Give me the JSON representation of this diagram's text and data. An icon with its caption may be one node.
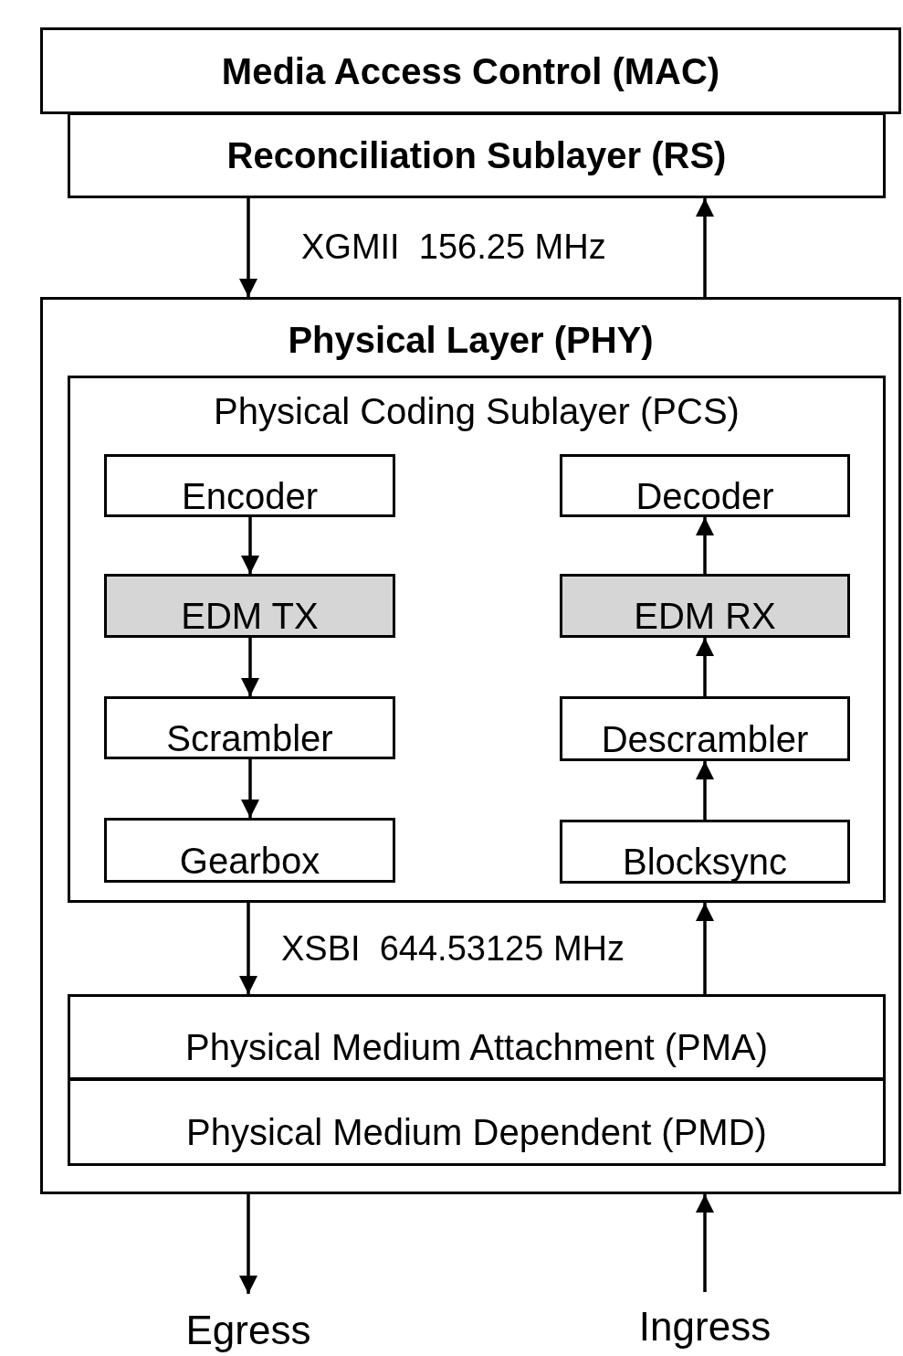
{
  "diagram": {
    "nodes": [
      {
        "text": [
          "Media Access Control (MAC)"
        ]
      },
      {
        "text": [
          "Reconciliation Sublayer (RS)"
        ]
      },
      {
        "text": [
          "Physical Layer (PHY)"
        ]
      },
      {
        "text": [
          "Physical Coding Sublayer (PCS)"
        ],
        "in": 2
      },
      {
        "text": [
          "Encoder"
        ],
        "in": 3
      },
      {
        "text": [
          "EDM TX"
        ],
        "in": 3
      },
      {
        "text": [
          "Scrambler"
        ],
        "in": 3
      },
      {
        "text": [
          "Gearbox"
        ],
        "in": 3
      },
      {
        "text": [
          "Decoder"
        ],
        "in": 3
      },
      {
        "text": [
          "EDM RX"
        ],
        "in": 3
      },
      {
        "text": [
          "Descrambler"
        ],
        "in": 3
      },
      {
        "text": [
          "Blocksync"
        ],
        "in": 3
      },
      {
        "text": [
          "Physical Medium Attachment (PMA)"
        ],
        "in": 2
      },
      {
        "text": [
          "Physical Medium Dependent (PMD)"
        ],
        "in": 2
      },
      {
        "text": [
          "Egress"
        ]
      },
      {
        "text": [
          "Ingress"
        ]
      }
    ],
    "edges": [
      {
        "from": 1,
        "to": 2,
        "arrow": "to"
      },
      {
        "from": 2,
        "to": 1,
        "arrow": "to"
      },
      {
        "from": 4,
        "to": 5,
        "arrow": "to"
      },
      {
        "from": 5,
        "to": 6,
        "arrow": "to"
      },
      {
        "from": 6,
        "to": 7,
        "arrow": "to"
      },
      {
        "from": 11,
        "to": 10,
        "arrow": "to"
      },
      {
        "from": 10,
        "to": 9,
        "arrow": "to"
      },
      {
        "from": 9,
        "to": 8,
        "arrow": "to"
      },
      {
        "from": 3,
        "to": 12,
        "arrow": "to"
      },
      {
        "from": 12,
        "to": 3,
        "arrow": "to"
      },
      {
        "from": 2,
        "to": 14,
        "arrow": "to"
      },
      {
        "from": 15,
        "to": 2,
        "arrow": "to"
      }
    ],
    "labels": [
      "XGMII  156.25 MHz",
      "XSBI  644.53125 MHz"
    ]
  }
}
